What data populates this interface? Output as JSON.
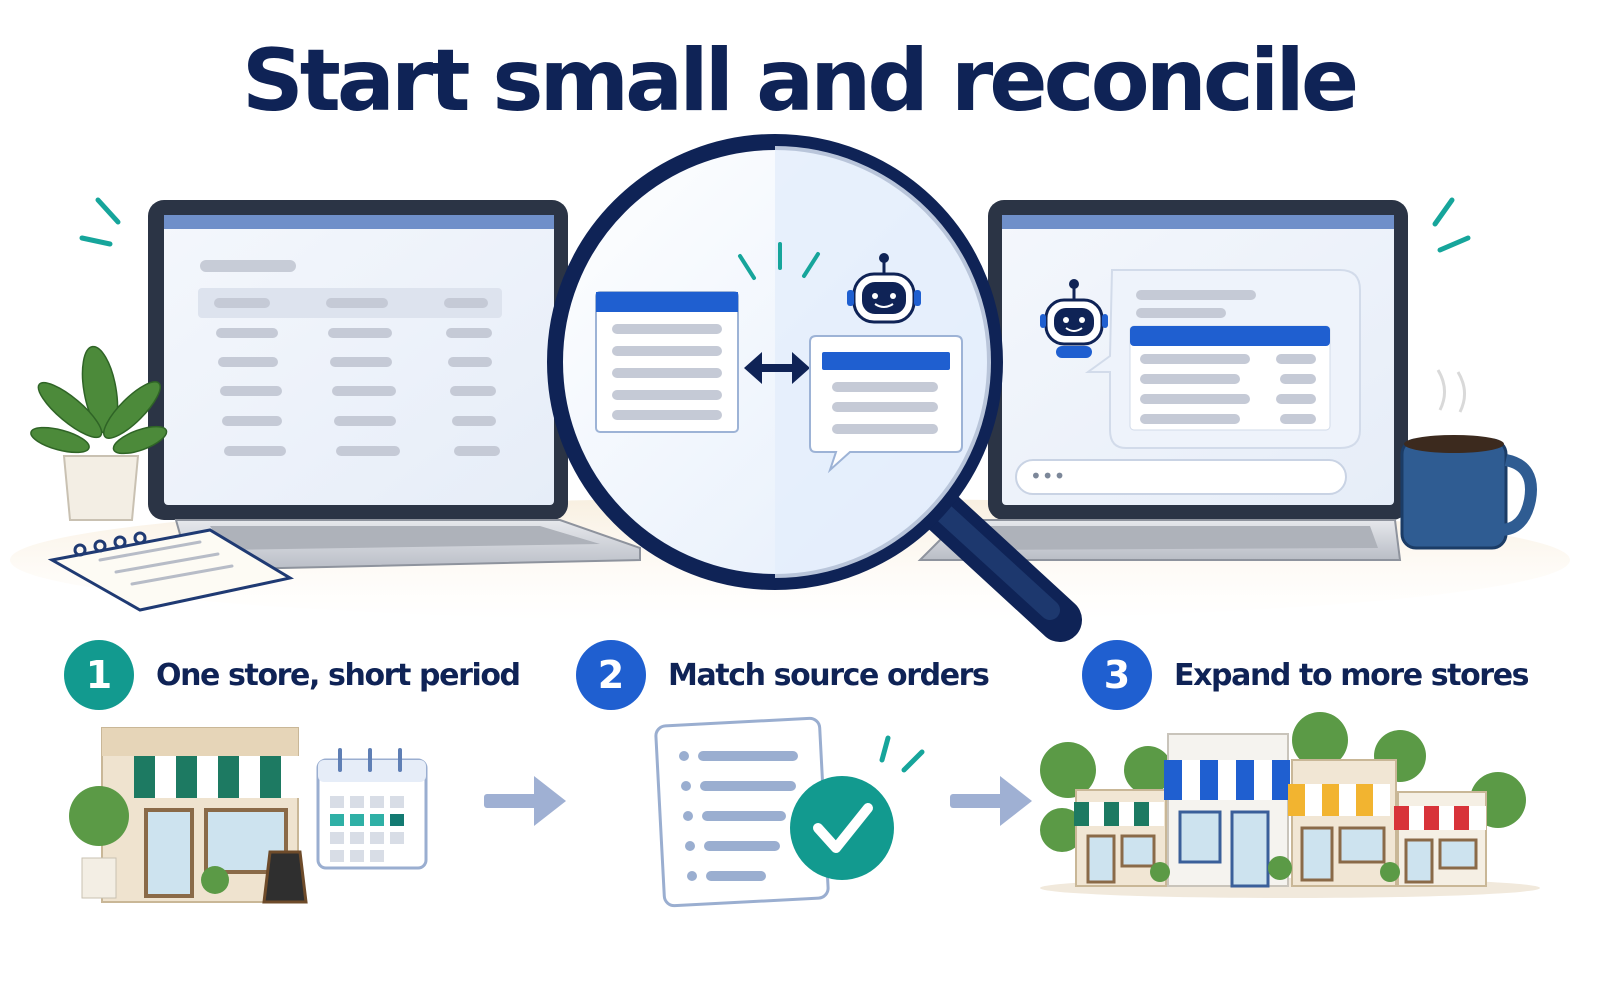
{
  "headline": "Start small and reconcile",
  "colors": {
    "navy": "#0f2356",
    "teal": "#129a8f",
    "blue": "#1f5fd0",
    "light_blue": "#e8f0fc",
    "gray_bar": "#c5cad6"
  },
  "steps": [
    {
      "number": "1",
      "label": "One store, short period",
      "color": "#129a8f",
      "illustration": "storefront-and-calendar"
    },
    {
      "number": "2",
      "label": "Match source orders",
      "color": "#1f5fd0",
      "illustration": "checklist-document-checkmark"
    },
    {
      "number": "3",
      "label": "Expand to more stores",
      "color": "#1f5fd0",
      "illustration": "row-of-storefronts"
    }
  ],
  "illustration": {
    "left_laptop": "spreadsheet-table",
    "right_laptop": "chatbot-conversation",
    "magnifier": "comparing-table-and-chatbot-reply",
    "chat_input_placeholder": "•••",
    "decor": [
      "potted-plant",
      "notepad",
      "coffee-mug"
    ]
  }
}
